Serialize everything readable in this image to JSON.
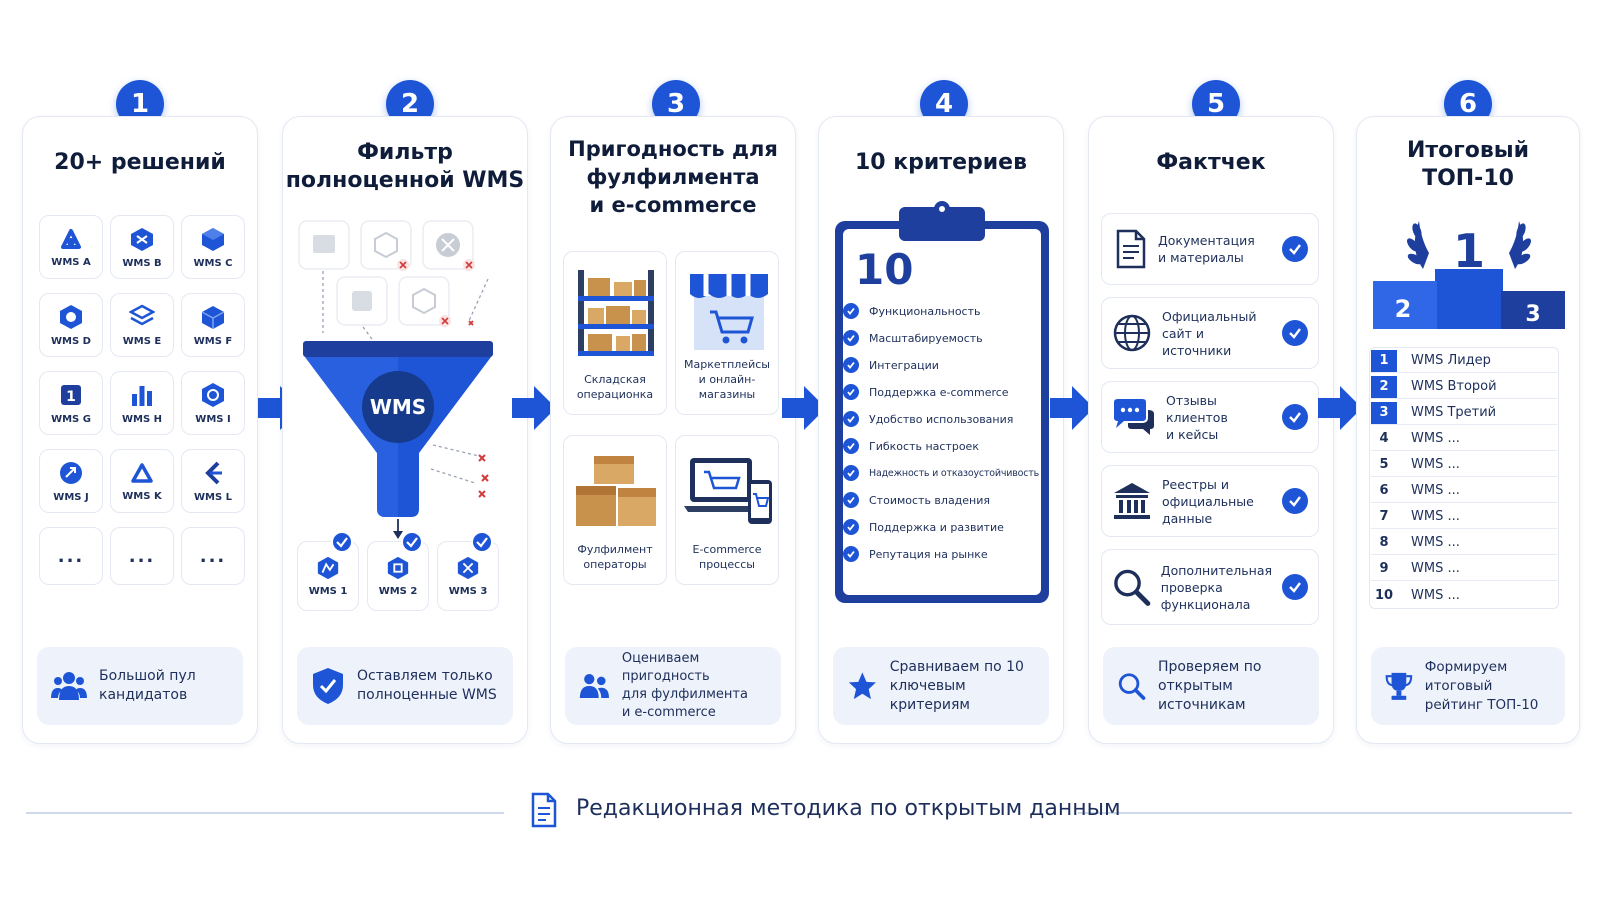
{
  "steps": [
    {
      "number": "1",
      "title_lines": [
        "20+ решений"
      ],
      "bottom_lines": [
        "Большой пул",
        "кандидатов"
      ]
    },
    {
      "number": "2",
      "title_lines": [
        "Фильтр",
        "полноценной WMS"
      ],
      "bottom_lines": [
        "Оставляем только",
        "полноценные WMS"
      ]
    },
    {
      "number": "3",
      "title_lines": [
        "Пригодность для",
        "фулфилмента",
        "и e-commerce"
      ],
      "bottom_lines": [
        "Оцениваем пригодность",
        "для фулфилмента",
        "и e-commerce"
      ]
    },
    {
      "number": "4",
      "title_lines": [
        "10 критериев"
      ],
      "bottom_lines": [
        "Сравниваем по 10",
        "ключевым критериям"
      ]
    },
    {
      "number": "5",
      "title_lines": [
        "Фактчек"
      ],
      "bottom_lines": [
        "Проверяем по открытым",
        "источникам"
      ]
    },
    {
      "number": "6",
      "title_lines": [
        "Итоговый",
        "ТОП-10"
      ],
      "bottom_lines": [
        "Формируем итоговый",
        "рейтинг ТОП-10"
      ]
    }
  ],
  "solutions": {
    "tiles": [
      "WMS A",
      "WMS B",
      "WMS C",
      "WMS D",
      "WMS E",
      "WMS F",
      "WMS G",
      "WMS H",
      "WMS I",
      "WMS J",
      "WMS K",
      "WMS L"
    ],
    "more": "..."
  },
  "filter": {
    "funnel_label": "WMS",
    "outputs": [
      "WMS 1",
      "WMS 2",
      "WMS 3"
    ]
  },
  "suitability": {
    "cards": [
      {
        "lines": [
          "Складская",
          "операционка"
        ],
        "icon": "warehouse-shelves-icon"
      },
      {
        "lines": [
          "Маркетплейсы",
          "и онлайн-магазины"
        ],
        "icon": "storefront-cart-icon"
      },
      {
        "lines": [
          "Фулфилмент",
          "операторы"
        ],
        "icon": "boxes-icon"
      },
      {
        "lines": [
          "E-commerce",
          "процессы"
        ],
        "icon": "laptop-phone-cart-icon"
      }
    ]
  },
  "criteria": {
    "count": "10",
    "items": [
      "Функциональность",
      "Масштабируемость",
      "Интеграции",
      "Поддержка e-commerce",
      "Удобство использования",
      "Гибкость настроек",
      "Надежность и отказоустойчивость",
      "Стоимость владения",
      "Поддержка и развитие",
      "Репутация на рынке"
    ]
  },
  "factcheck": {
    "items": [
      {
        "lines": [
          "Документация",
          "и материалы"
        ],
        "icon": "document-icon"
      },
      {
        "lines": [
          "Официальный",
          "сайт и источники"
        ],
        "icon": "globe-icon"
      },
      {
        "lines": [
          "Отзывы клиентов",
          "и кейсы"
        ],
        "icon": "chat-bubbles-icon"
      },
      {
        "lines": [
          "Реестры и",
          "официальные",
          "данные"
        ],
        "icon": "institution-icon"
      },
      {
        "lines": [
          "Дополнительная",
          "проверка",
          "функционала"
        ],
        "icon": "magnifier-icon"
      }
    ]
  },
  "top10": {
    "podium": [
      "1",
      "2",
      "3"
    ],
    "ranking": [
      {
        "n": "1",
        "name": "WMS Лидер"
      },
      {
        "n": "2",
        "name": "WMS Второй"
      },
      {
        "n": "3",
        "name": "WMS Третий"
      },
      {
        "n": "4",
        "name": "WMS ..."
      },
      {
        "n": "5",
        "name": "WMS ..."
      },
      {
        "n": "6",
        "name": "WMS ..."
      },
      {
        "n": "7",
        "name": "WMS ..."
      },
      {
        "n": "8",
        "name": "WMS ..."
      },
      {
        "n": "9",
        "name": "WMS ..."
      },
      {
        "n": "10",
        "name": "WMS ..."
      }
    ]
  },
  "footer": {
    "text": "Редакционная методика по открытым данным"
  },
  "colors": {
    "accent": "#1e55d6",
    "dark_navy": "#0f1d3a",
    "panel_border": "#e3e8f3",
    "soft_bg": "#eef2fb",
    "cross_red": "#d23b3b"
  }
}
